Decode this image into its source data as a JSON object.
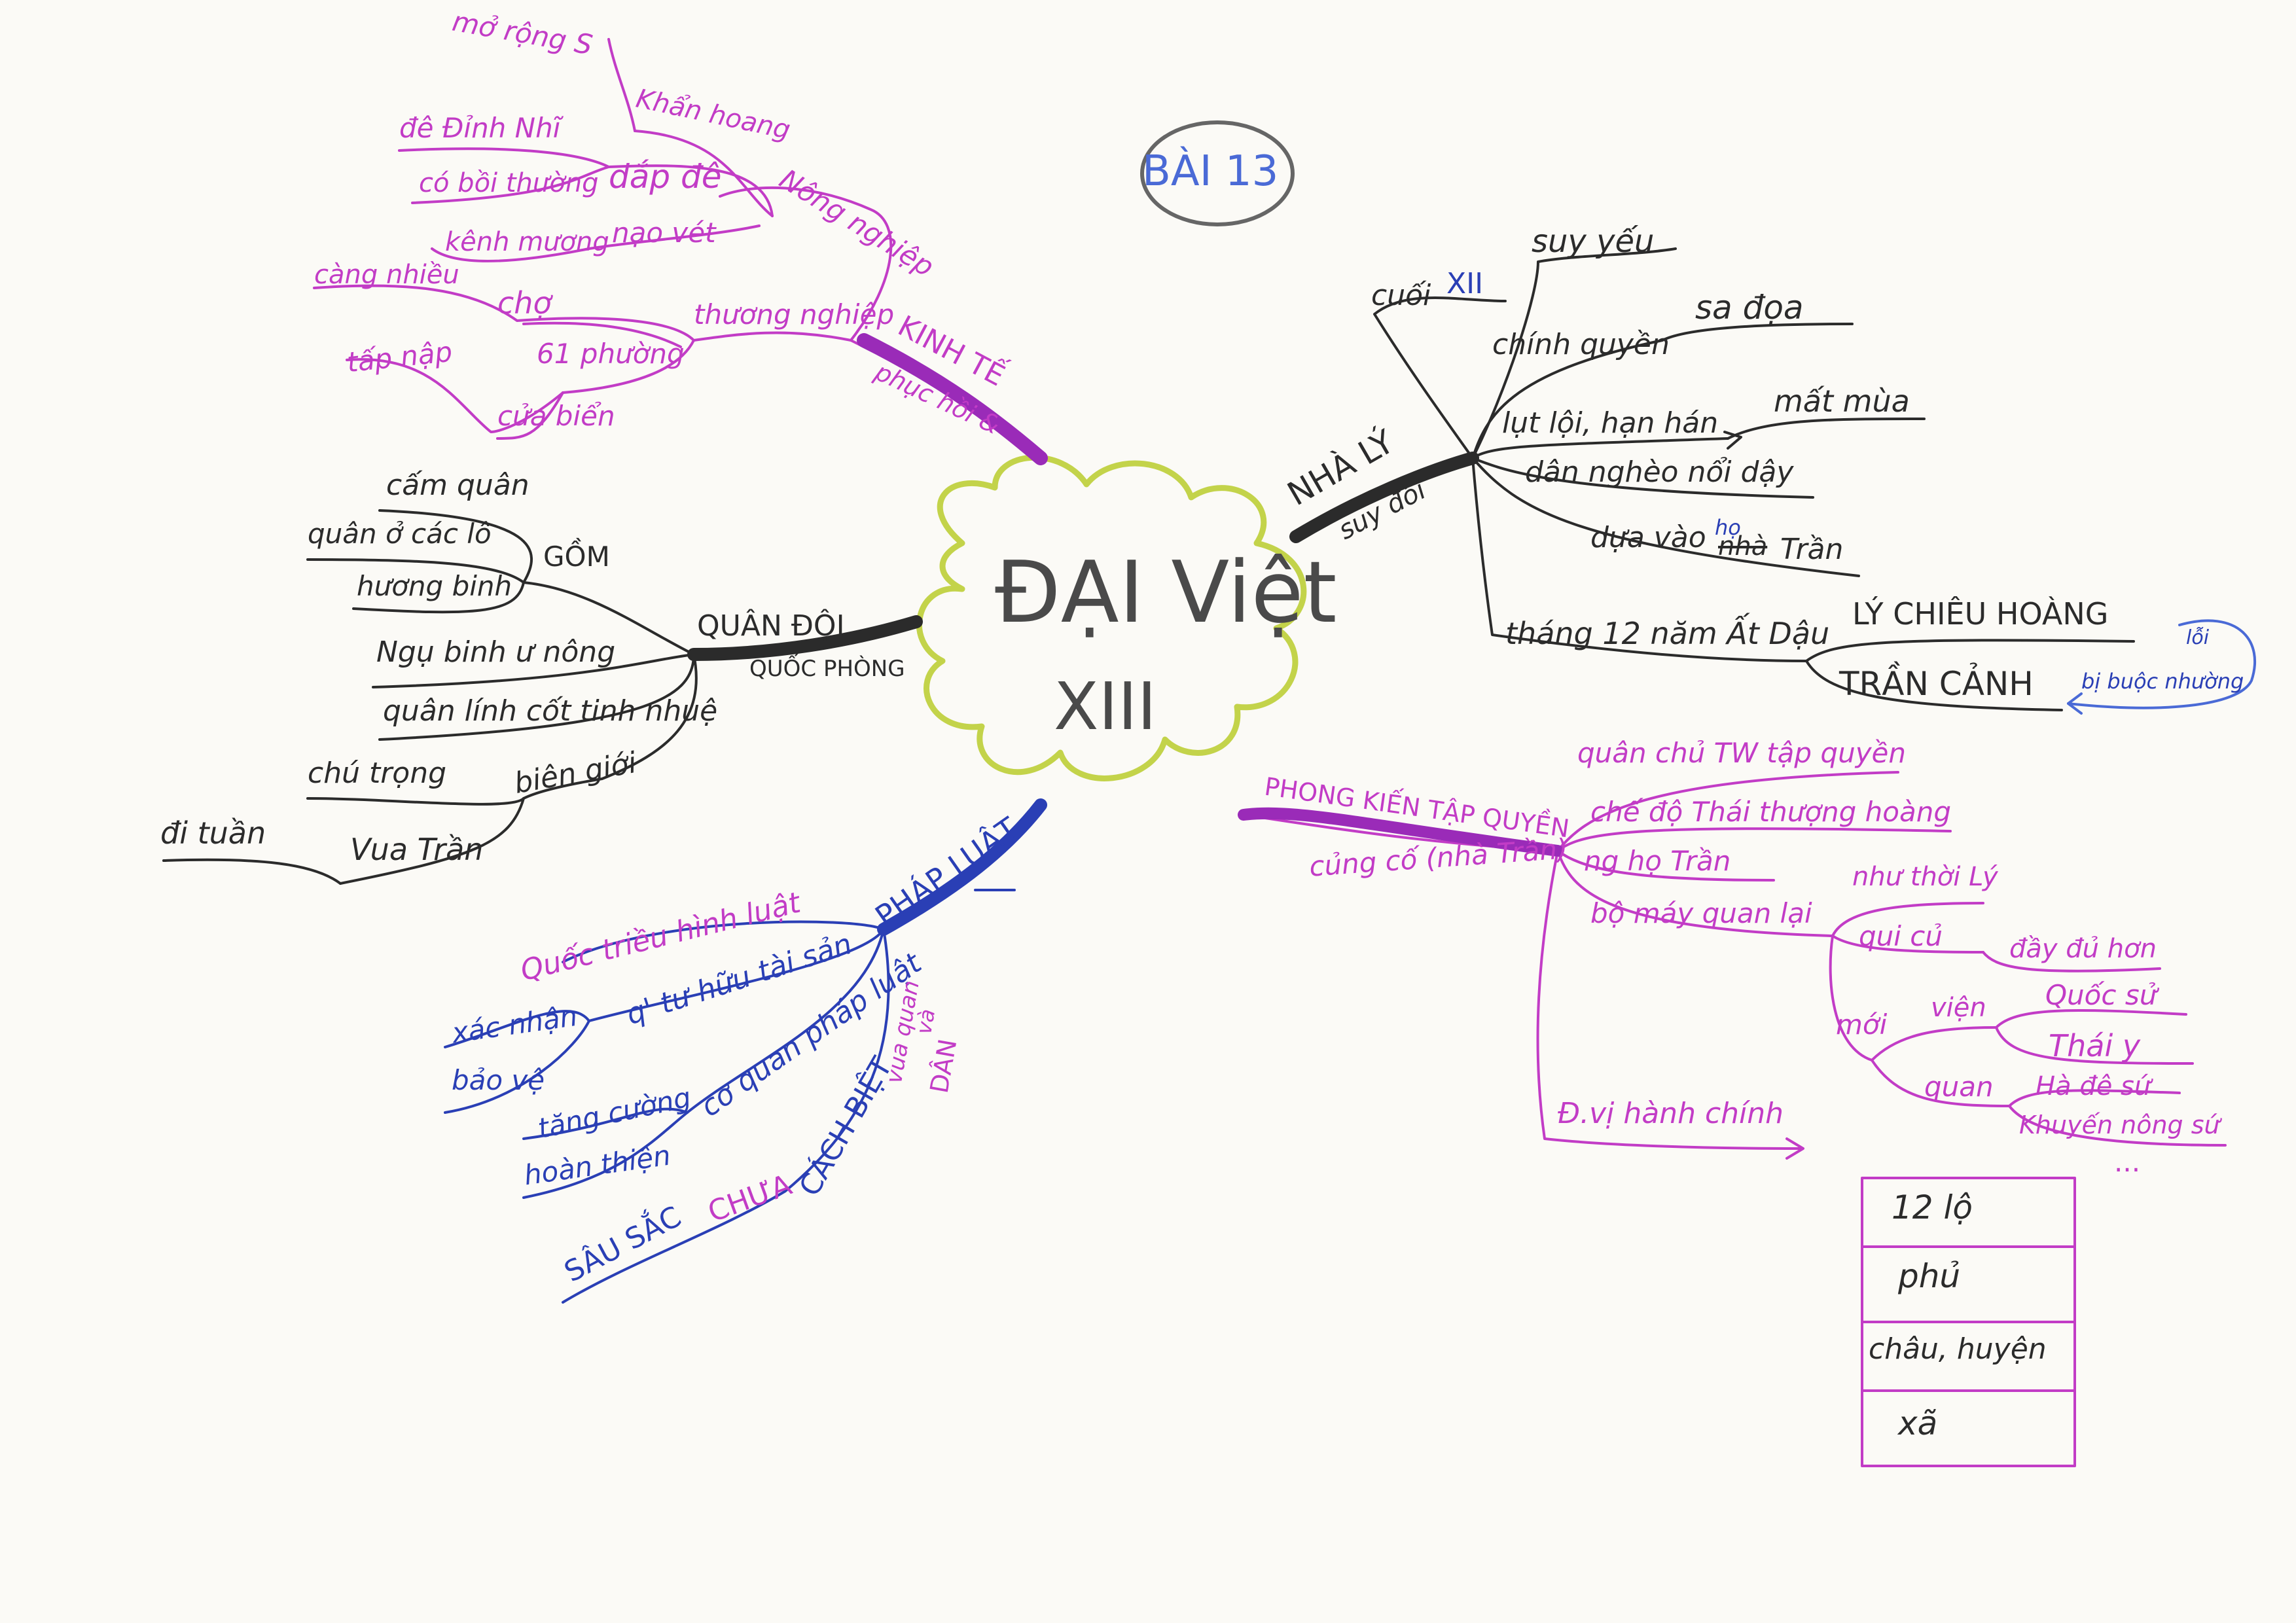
{
  "colors": {
    "paper": "#fbfaf6",
    "black_ink": "#2b2b2b",
    "pink_ink": "#c23cc6",
    "blue_ink": "#2a3fb5",
    "cloud": "#c3d34a",
    "purple_ink": "#9a2bb8"
  },
  "title_tag": "BÀI 13",
  "center": {
    "line1": "ĐẠI Việt",
    "line2": "XIII"
  },
  "kinh_te": {
    "label": "KINH TẾ",
    "sub": "phục hồi &",
    "nong_nghiep": "Nông nghiệp",
    "khan_hoang": "Khẩn hoang",
    "mo_rong": "mở rộng S",
    "dap_de": "đắp đê",
    "de_dinh_nhi": "đê Đỉnh Nhĩ",
    "co_boi_thuong": "có bồi thường",
    "kenh_muong": "kênh mương",
    "nao_vet": "nạo vét",
    "thuong_nghiep": "thương nghiệp",
    "cho": "chợ",
    "cang_nhieu": "càng nhiều",
    "phuong": "61 phường",
    "tap_nap": "tấp nập",
    "cua_bien": "cửa biển"
  },
  "quan_doi": {
    "label": "QUÂN ĐỘI",
    "sub": "QUỐC PHÒNG",
    "gom": "GỒM",
    "cam_quan": "cấm quân",
    "quan_o_cac_lo": "quân ở các lô",
    "huong_binh": "hương binh",
    "ngu_binh": "Ngụ binh ư nông",
    "tinh_nhue": "quân lính cốt tinh nhuệ",
    "bien_gioi": "biên giới",
    "chu_trong": "chú trọng",
    "vua_tran": "Vua Trần",
    "di_tuan": "đi tuần"
  },
  "phap_luat": {
    "label": "PHÁP LUẬT",
    "quoc_trieu": "Quốc triều hình luật",
    "tu_huu": "q' tư hữu tài sản",
    "xac_nhan": "xác nhận",
    "bao_ve": "bảo vệ",
    "co_quan": "cơ quan pháp luật",
    "tang_cuong": "tăng cường",
    "hoan_thien": "hoàn thiện",
    "cach_biet": "CÁCH BIỆT",
    "chua": "CHƯA",
    "sau_sac": "SÂU SẮC",
    "vua_quan": "vua quan",
    "dan": "DÂN",
    "chua_ky": "và"
  },
  "nha_ly": {
    "label": "NHÀ LÝ",
    "sub": "suy đồi",
    "cuoi": "cuối",
    "xii": "XII",
    "suy_yeu": "suy yếu",
    "chinh_quyen": "chính quyền",
    "sa_doa": "sa đọa",
    "lut_loi": "lụt lội, hạn hán",
    "mat_mua": "mất mùa",
    "dan_ngheo": "dân nghèo nổi dậy",
    "dua_vao": "dựa vào",
    "ho": "họ",
    "nha": "nhà",
    "tran": "Trần",
    "thang12": "tháng 12 năm Ất Dậu",
    "ly_chieu_hoang": "LÝ CHIÊU HOÀNG",
    "tran_canh": "TRẦN CẢNH",
    "bi_buoc": "bị buộc nhường",
    "loop": "lỗi"
  },
  "phong_kien": {
    "label": "PHONG KIẾN TẬP QUYỀN",
    "sub": "củng cố (nhà Trần)",
    "quan_chu": "quân chủ TW tập quyền",
    "che_do": "chế độ Thái thượng hoàng",
    "ng_ho_tran": "ng họ Trần",
    "bo_may": "bộ máy quan lại",
    "nhu_thoi_ly": "như thời Lý",
    "qui_cu": "qui củ",
    "day_du_hon": "đầy đủ hơn",
    "moi": "mới",
    "vien": "viện",
    "quoc_su": "Quốc sử",
    "thai_y": "Thái y",
    "quan": "quan",
    "ha_de_su": "Hà đê sứ",
    "khuyen_nong": "Khuyến nông sứ",
    "dots": "...",
    "dv_hanh_chinh": "Đ.vị hành chính",
    "levels": [
      "12 lộ",
      "phủ",
      "châu, huyện",
      "xã"
    ]
  }
}
